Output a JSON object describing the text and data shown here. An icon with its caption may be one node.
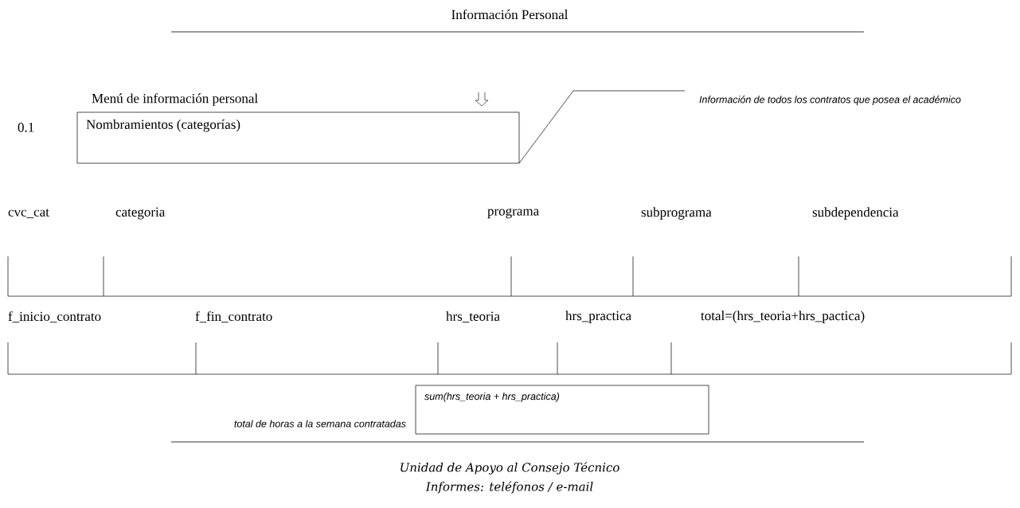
{
  "diagram": {
    "title": "Información Personal",
    "nodes": [
      {
        "text": [
          "Nombramientos (categorías)"
        ]
      },
      {
        "text": [
          "Información de todos los contratos que posea el académico"
        ]
      },
      {
        "text": [
          "sum(hrs_teoria + hrs_practica)"
        ],
        "beside": [
          "total de horas a la semana contratadas"
        ]
      }
    ],
    "edges": [
      {
        "from": 1,
        "to": 0,
        "arrow": "none"
      }
    ],
    "labels": [
      "Menú de información personal",
      "0.1",
      "cvc_cat",
      "categoria",
      "programa",
      "subprograma",
      "subdependencia",
      "f_inicio_contrato",
      "f_fin_contrato",
      "hrs_teoria",
      "hrs_practica",
      "total=(hrs_teoria+hrs_pactica)",
      "Unidad de Apoyo al Consejo Técnico",
      "Informes: teléfonos / e-mail"
    ]
  }
}
